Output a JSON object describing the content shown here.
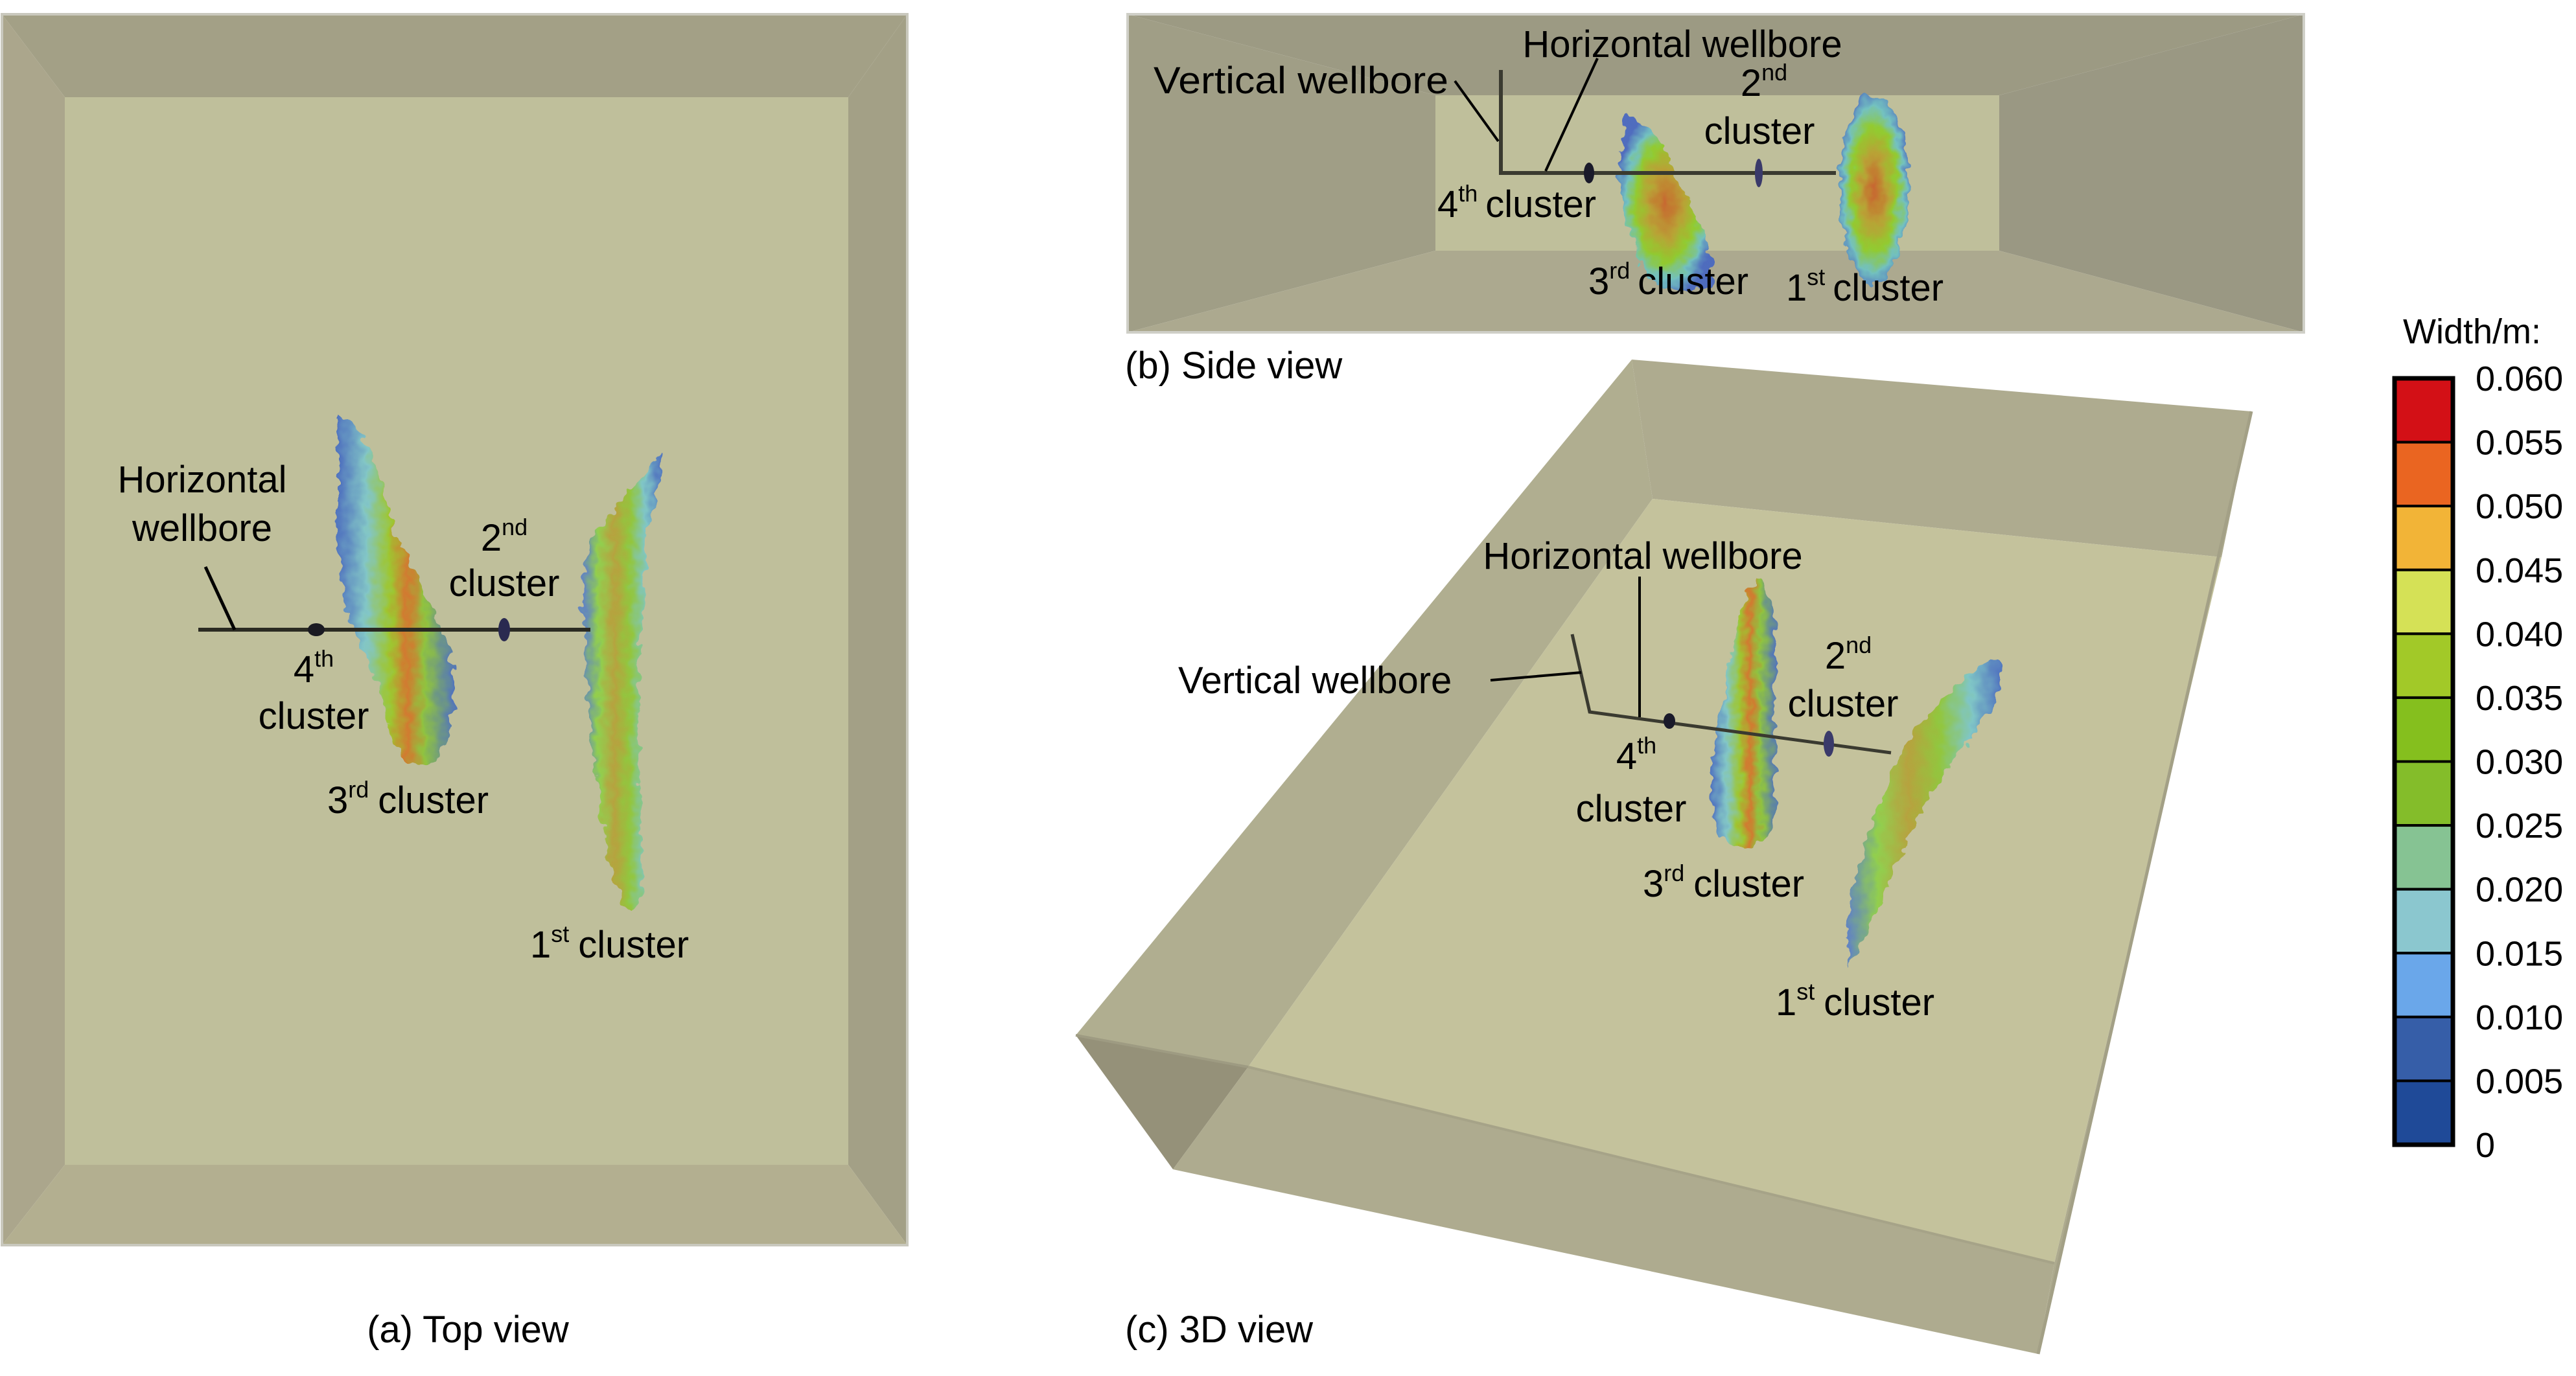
{
  "figure": {
    "panels": {
      "top_view": {
        "caption": "(a) Top view",
        "labels": {
          "horizontal_wellbore_line1": "Horizontal",
          "horizontal_wellbore_line2": "wellbore",
          "cluster_2_num": "2",
          "cluster_2_sup": "nd",
          "cluster_2_word": "cluster",
          "cluster_4_num": "4",
          "cluster_4_sup": "th",
          "cluster_4_word": "cluster",
          "cluster_3_num": "3",
          "cluster_3_sup": "rd",
          "cluster_3_word": "cluster",
          "cluster_1_num": "1",
          "cluster_1_sup": "st",
          "cluster_1_word": "cluster"
        }
      },
      "side_view": {
        "caption": "(b) Side view",
        "labels": {
          "vertical_wellbore": "Vertical wellbore",
          "horizontal_wellbore": "Horizontal wellbore",
          "cluster_2_num": "2",
          "cluster_2_sup": "nd",
          "cluster_2_word": "cluster",
          "cluster_4_num": "4",
          "cluster_4_sup": "th",
          "cluster_4_word": "cluster",
          "cluster_3_num": "3",
          "cluster_3_sup": "rd",
          "cluster_3_word": "cluster",
          "cluster_1_num": "1",
          "cluster_1_sup": "st",
          "cluster_1_word": "cluster"
        }
      },
      "view_3d": {
        "caption": "(c) 3D view",
        "labels": {
          "horizontal_wellbore": "Horizontal wellbore",
          "vertical_wellbore": "Vertical wellbore",
          "cluster_2_num": "2",
          "cluster_2_sup": "nd",
          "cluster_2_word": "cluster",
          "cluster_4_num": "4",
          "cluster_4_sup": "th",
          "cluster_4_word": "cluster",
          "cluster_3_num": "3",
          "cluster_3_sup": "rd",
          "cluster_3_word": "cluster",
          "cluster_1_num": "1",
          "cluster_1_sup": "st",
          "cluster_1_word": "cluster"
        }
      }
    },
    "colors": {
      "wall_top": "#a3a086",
      "wall_left": "#aba68c",
      "wall_bottom": "#b3af90",
      "wall_right": "#a3a086",
      "floor": "#bfbf9b",
      "side_wall": "#9a9883",
      "side_bottom": "#aca98f",
      "box3d_face": "#aeab8f",
      "box3d_dark": "#959179",
      "floor3d": "#c4c29c",
      "wellbore": "#2a2a22"
    },
    "legend": {
      "title": "Width/m:",
      "ticks": [
        "0.060",
        "0.055",
        "0.050",
        "0.045",
        "0.040",
        "0.035",
        "0.030",
        "0.025",
        "0.020",
        "0.015",
        "0.010",
        "0.005",
        "0"
      ],
      "bins": [
        {
          "range": "0.055-0.060",
          "color": "#d31016"
        },
        {
          "range": "0.050-0.055",
          "color": "#ea6521"
        },
        {
          "range": "0.045-0.050",
          "color": "#f2b437"
        },
        {
          "range": "0.040-0.045",
          "color": "#d5e156"
        },
        {
          "range": "0.035-0.040",
          "color": "#a2c928"
        },
        {
          "range": "0.030-0.035",
          "color": "#85bf1e"
        },
        {
          "range": "0.025-0.030",
          "color": "#84bd2a"
        },
        {
          "range": "0.020-0.025",
          "color": "#86c393"
        },
        {
          "range": "0.015-0.020",
          "color": "#8bc7cf"
        },
        {
          "range": "0.010-0.015",
          "color": "#6aa7ea"
        },
        {
          "range": "0.005-0.010",
          "color": "#365ea8"
        },
        {
          "range": "0-0.005",
          "color": "#1f4a98"
        }
      ]
    }
  }
}
